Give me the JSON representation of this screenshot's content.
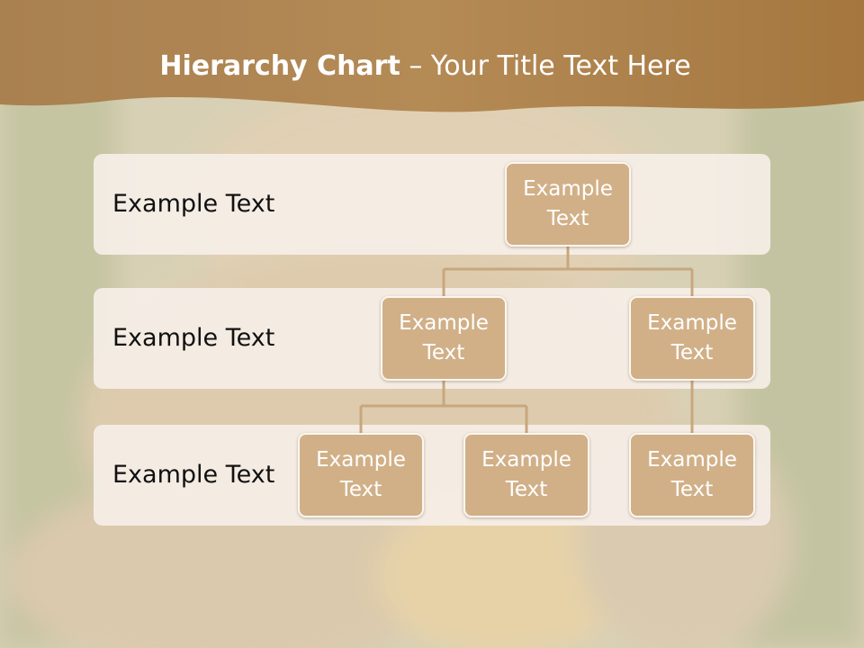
{
  "colors": {
    "header": "#b08850",
    "band_fill": "#f7f0ea",
    "node_fill": "#d1b088",
    "node_border": "#fbf6ef",
    "connector": "#c7a77d",
    "title_text": "#ffffff"
  },
  "slide": {
    "title_bold": "Hierarchy Chart",
    "title_rest": " – Your Title Text Here"
  },
  "levels": [
    {
      "label": "Example Text"
    },
    {
      "label": "Example Text"
    },
    {
      "label": "Example Text"
    }
  ],
  "nodes": [
    {
      "text": "Example Text",
      "level": 1
    },
    {
      "text": "Example Text",
      "level": 2
    },
    {
      "text": "Example Text",
      "level": 2
    },
    {
      "text": "Example Text",
      "level": 3
    },
    {
      "text": "Example Text",
      "level": 3
    },
    {
      "text": "Example Text",
      "level": 3
    }
  ]
}
